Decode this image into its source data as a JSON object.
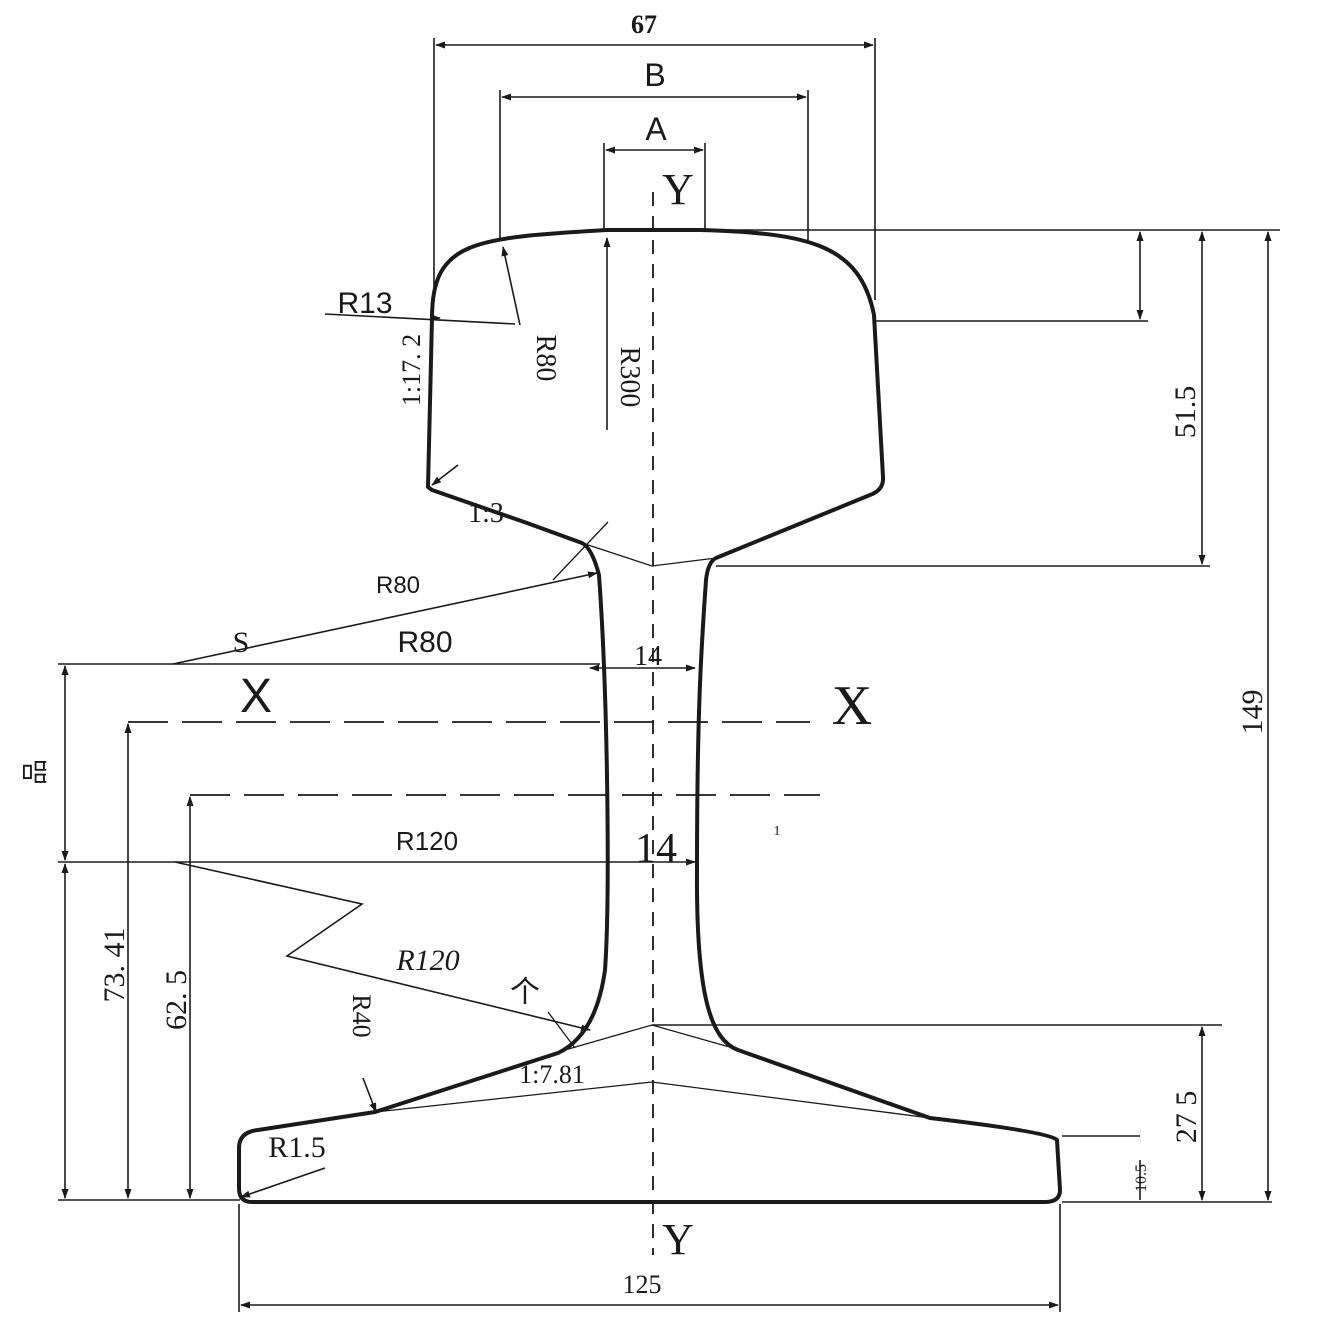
{
  "drawing": {
    "axes": {
      "y_top": "Y",
      "y_bottom": "Y",
      "x_left": "X",
      "x_right": "X"
    },
    "dimensions": {
      "head_width": "67",
      "width_b": "B",
      "width_a": "A",
      "base_width": "125",
      "total_height": "149",
      "head_depth": "51.5",
      "base_depth": "27 5",
      "base_edge": "10.5",
      "height_73": "73. 41",
      "height_62": "62. 5",
      "web_upper": "14",
      "web_lower": "14",
      "side_mark": "品"
    },
    "radii": {
      "r13": "R13",
      "r80_head": "R80",
      "r300": "R300",
      "r80_upper": "R80",
      "r80_web": "R80",
      "r120": "R120",
      "r120_italic": "R120",
      "r40": "R40",
      "r1_5": "R1.5"
    },
    "slopes": {
      "head_side": "1:17. 2",
      "head_underside": "1:3",
      "base_top": "1:7.81"
    },
    "markers": {
      "s_label": "S",
      "arrow_mark": "个",
      "small_mark": "1"
    }
  }
}
